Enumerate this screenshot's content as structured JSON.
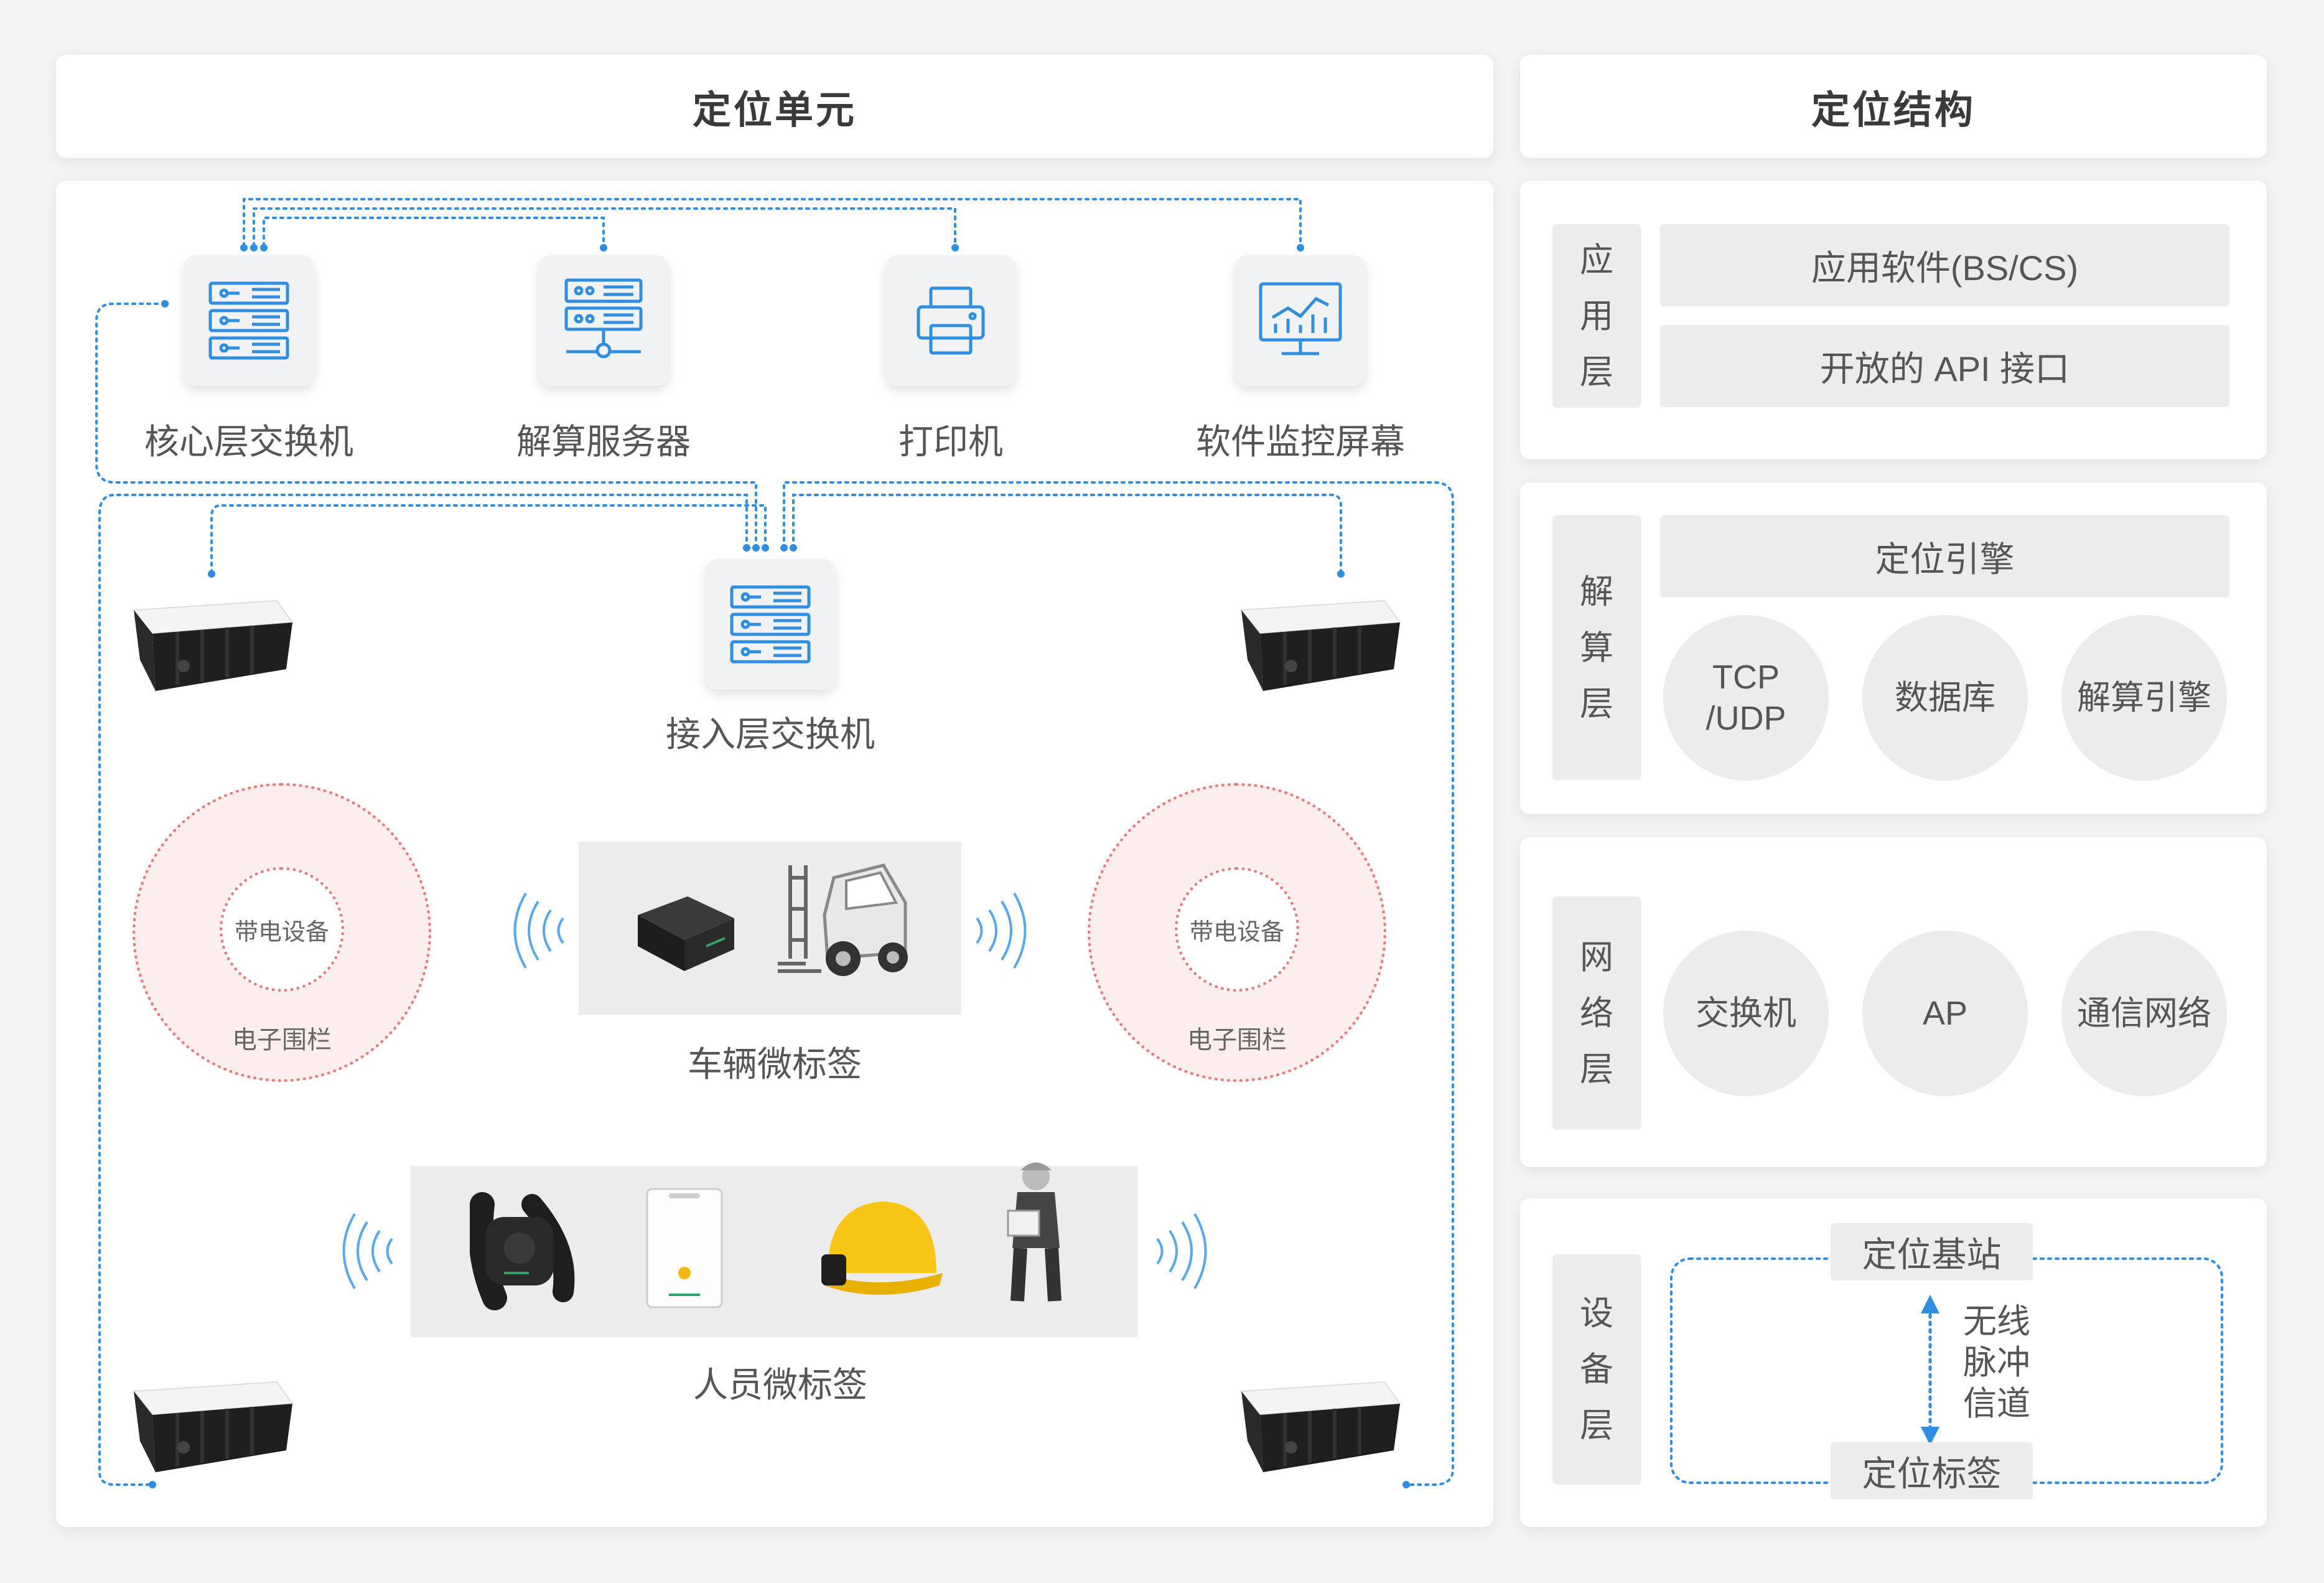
{
  "left": {
    "title": "定位单元",
    "nodes": {
      "core_switch": "核心层交换机",
      "server": "解算服务器",
      "printer": "打印机",
      "monitor": "软件监控屏幕",
      "access_switch": "接入层交换机"
    },
    "fence_left": {
      "inner": "带电设备",
      "outer": "电子围栏"
    },
    "fence_right": {
      "inner": "带电设备",
      "outer": "电子围栏"
    },
    "vehicle_tag": "车辆微标签",
    "personnel_tag": "人员微标签"
  },
  "right": {
    "title": "定位结构",
    "app_layer": {
      "label": [
        "应",
        "用",
        "层"
      ],
      "items": [
        "应用软件(BS/CS)",
        "开放的 API 接口"
      ]
    },
    "calc_layer": {
      "label": [
        "解",
        "算",
        "层"
      ],
      "bar": "定位引擎",
      "circles": [
        "TCP\n/UDP",
        "数据库",
        "解算引擎"
      ]
    },
    "net_layer": {
      "label": [
        "网",
        "络",
        "层"
      ],
      "circles": [
        "交换机",
        "AP",
        "通信网络"
      ]
    },
    "device_layer": {
      "label": [
        "设",
        "备",
        "层"
      ],
      "top": "定位基站",
      "bottom": "定位标签",
      "channel": [
        "无线",
        "脉冲",
        "信道"
      ]
    }
  },
  "colors": {
    "accent": "#2f8ee0",
    "fence": "#e57b7b",
    "card": "#ececec"
  }
}
